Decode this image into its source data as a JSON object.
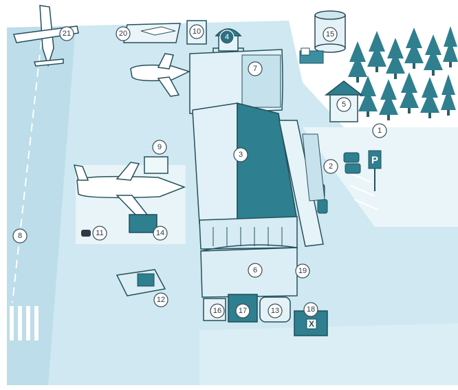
{
  "diagram": {
    "labels": [
      {
        "id": "1",
        "text": "1"
      },
      {
        "id": "2",
        "text": "2"
      },
      {
        "id": "3",
        "text": "3"
      },
      {
        "id": "4",
        "text": "4"
      },
      {
        "id": "5",
        "text": "5"
      },
      {
        "id": "6",
        "text": "6"
      },
      {
        "id": "7",
        "text": "7"
      },
      {
        "id": "8",
        "text": "8"
      },
      {
        "id": "9",
        "text": "9"
      },
      {
        "id": "10",
        "text": "10"
      },
      {
        "id": "11",
        "text": "11"
      },
      {
        "id": "12",
        "text": "12"
      },
      {
        "id": "14",
        "text": "14"
      },
      {
        "id": "15",
        "text": "15"
      },
      {
        "id": "16",
        "text": "16"
      },
      {
        "id": "17",
        "text": "17"
      },
      {
        "id": "18",
        "text": "18"
      },
      {
        "id": "19",
        "text": "19"
      },
      {
        "id": "20",
        "text": "20"
      },
      {
        "id": "21",
        "text": "21"
      }
    ],
    "parking_sign": "P",
    "box_mark": "X",
    "colors": {
      "apron": "#c9e6f0",
      "runway": "#bfe0ec",
      "building_light": "#dff0f6",
      "building_dark": "#2e7f8f",
      "accent": "#1f6d7c"
    }
  }
}
